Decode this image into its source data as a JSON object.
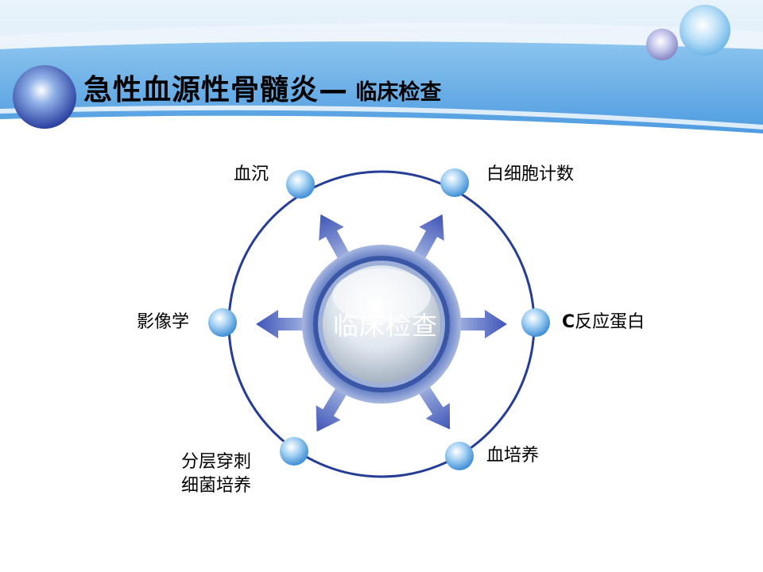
{
  "title": {
    "main": "急性血源性骨髓炎—",
    "sub": " 临床检查"
  },
  "center": {
    "label": "临床检查"
  },
  "items": [
    {
      "id": "xuechen",
      "label": "血沉"
    },
    {
      "id": "baixibao",
      "label": "白细胞计数"
    },
    {
      "id": "yingxiang",
      "label": "影像学"
    },
    {
      "id": "crp",
      "prefix": "C",
      "label": "反应蛋白"
    },
    {
      "id": "fenceng",
      "label_line1": "分层穿刺",
      "label_line2": "细菌培养"
    },
    {
      "id": "xuepeiyang",
      "label": "血培养"
    }
  ],
  "colors": {
    "accent_blue": "#2b4aa0",
    "ring": "#253d96",
    "header_blue": "#5aa6e0"
  }
}
